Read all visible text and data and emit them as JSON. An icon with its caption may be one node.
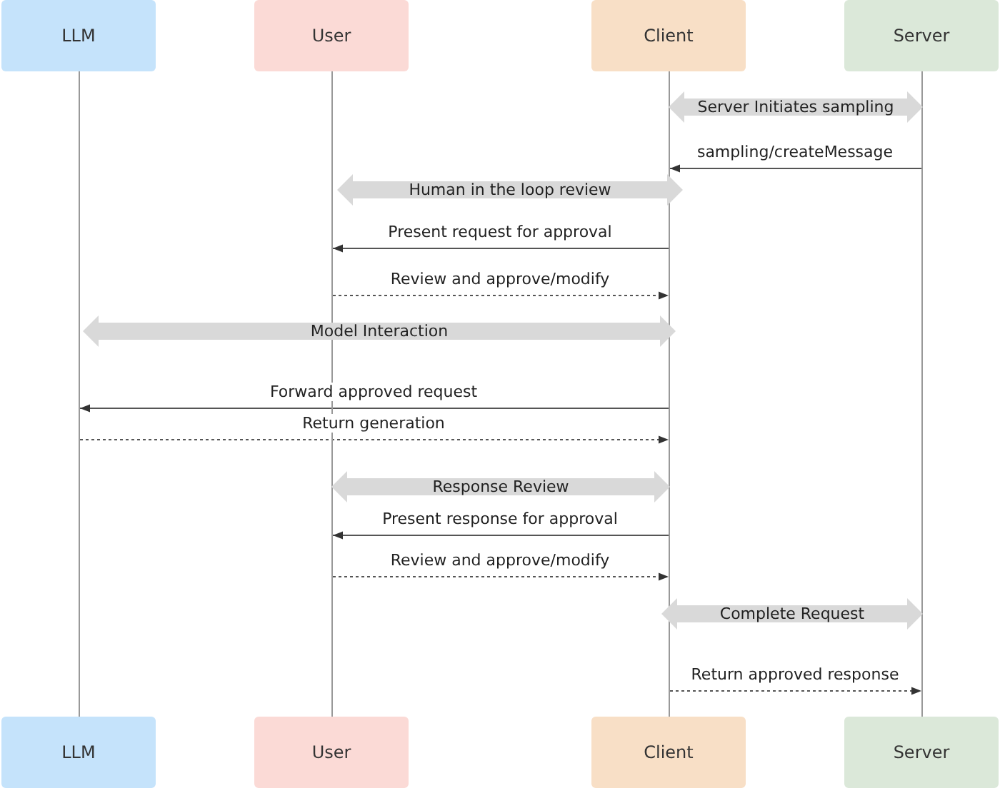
{
  "diagram": {
    "nodes": [
      {
        "text": [
          "LLM"
        ]
      },
      {
        "text": [
          "User"
        ]
      },
      {
        "text": [
          "Client"
        ]
      },
      {
        "text": [
          "Server"
        ]
      },
      {
        "text": [],
        "shape": "bar"
      },
      {
        "text": [],
        "shape": "bar"
      },
      {
        "text": [],
        "shape": "bar"
      },
      {
        "text": [],
        "shape": "bar"
      },
      {
        "text": [
          "Server Initiates sampling"
        ]
      },
      {
        "text": [
          "Human in the loop review"
        ]
      },
      {
        "text": [
          "Model Interaction"
        ]
      },
      {
        "text": [
          "Response Review"
        ]
      },
      {
        "text": [
          "Complete Request"
        ]
      },
      {
        "text": [
          "LLM"
        ]
      },
      {
        "text": [
          "User"
        ]
      },
      {
        "text": [
          "Client"
        ]
      },
      {
        "text": [
          "Server"
        ]
      }
    ],
    "edges": [
      {
        "from": 7,
        "to": 6,
        "arrow": "to",
        "label": "sampling/createMessage"
      },
      {
        "from": 6,
        "to": 5,
        "arrow": "to",
        "label": "Present request for approval"
      },
      {
        "from": 5,
        "to": 6,
        "arrow": "to",
        "label": "Review and approve/modify",
        "style": "dashed"
      },
      {
        "from": 6,
        "to": 4,
        "arrow": "to",
        "label": "Forward approved request"
      },
      {
        "from": 4,
        "to": 6,
        "arrow": "to",
        "label": "Return generation",
        "style": "dashed"
      },
      {
        "from": 6,
        "to": 5,
        "arrow": "to",
        "label": "Present response for approval"
      },
      {
        "from": 5,
        "to": 6,
        "arrow": "to",
        "label": "Review and approve/modify",
        "style": "dashed"
      },
      {
        "from": 6,
        "to": 7,
        "arrow": "to",
        "label": "Return approved response",
        "style": "dashed"
      }
    ]
  }
}
